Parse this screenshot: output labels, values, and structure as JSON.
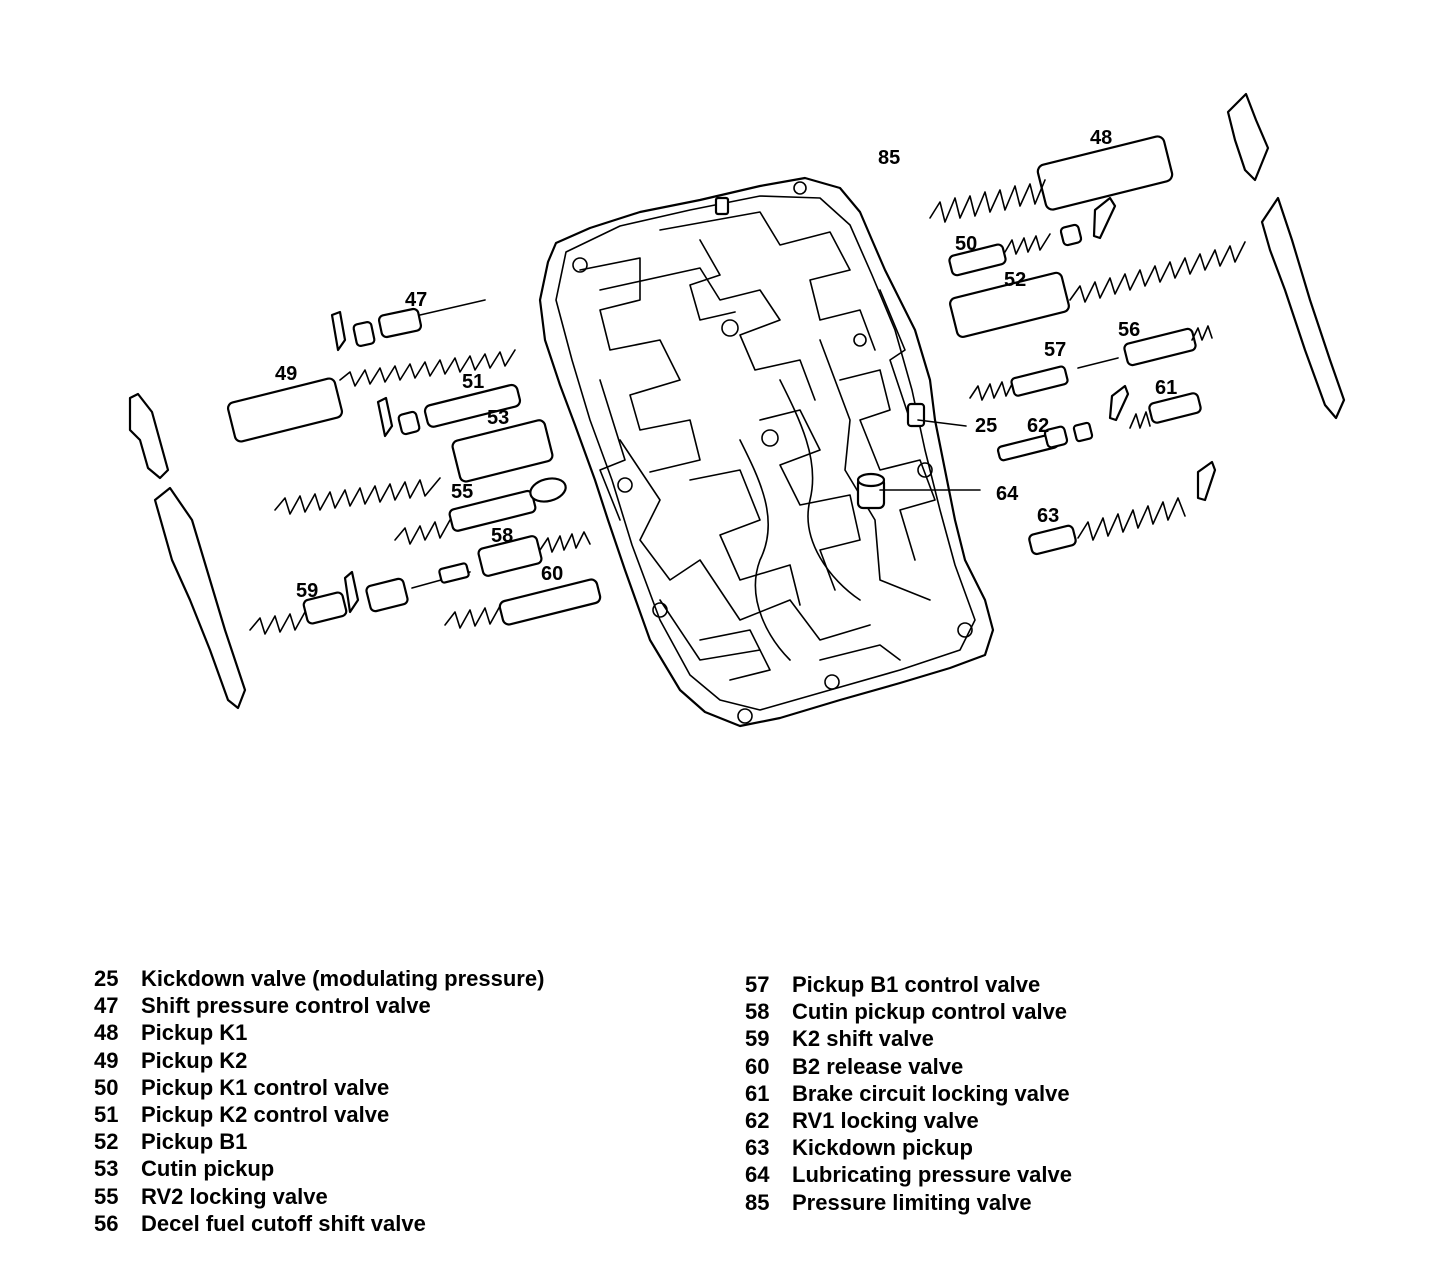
{
  "callouts": [
    {
      "id": "25",
      "label": "25"
    },
    {
      "id": "47",
      "label": "47"
    },
    {
      "id": "48",
      "label": "48"
    },
    {
      "id": "49",
      "label": "49"
    },
    {
      "id": "50",
      "label": "50"
    },
    {
      "id": "51",
      "label": "51"
    },
    {
      "id": "52",
      "label": "52"
    },
    {
      "id": "53",
      "label": "53"
    },
    {
      "id": "55",
      "label": "55"
    },
    {
      "id": "56",
      "label": "56"
    },
    {
      "id": "57",
      "label": "57"
    },
    {
      "id": "58",
      "label": "58"
    },
    {
      "id": "59",
      "label": "59"
    },
    {
      "id": "60",
      "label": "60"
    },
    {
      "id": "61",
      "label": "61"
    },
    {
      "id": "62",
      "label": "62"
    },
    {
      "id": "63",
      "label": "63"
    },
    {
      "id": "64",
      "label": "64"
    },
    {
      "id": "85",
      "label": "85"
    }
  ],
  "legend": {
    "left": [
      {
        "number": "25",
        "text": "Kickdown valve (modulating pressure)"
      },
      {
        "number": "47",
        "text": "Shift pressure control valve"
      },
      {
        "number": "48",
        "text": "Pickup K1"
      },
      {
        "number": "49",
        "text": "Pickup K2"
      },
      {
        "number": "50",
        "text": "Pickup K1 control valve"
      },
      {
        "number": "51",
        "text": "Pickup K2 control valve"
      },
      {
        "number": "52",
        "text": "Pickup B1"
      },
      {
        "number": "53",
        "text": "Cutin pickup"
      },
      {
        "number": "55",
        "text": "RV2 locking valve"
      },
      {
        "number": "56",
        "text": "Decel fuel cutoff shift valve"
      }
    ],
    "right": [
      {
        "number": "57",
        "text": "Pickup B1 control valve"
      },
      {
        "number": "58",
        "text": "Cutin pickup control valve"
      },
      {
        "number": "59",
        "text": "K2 shift valve"
      },
      {
        "number": "60",
        "text": "B2 release valve"
      },
      {
        "number": "61",
        "text": "Brake circuit locking valve"
      },
      {
        "number": "62",
        "text": "RV1 locking valve"
      },
      {
        "number": "63",
        "text": "Kickdown pickup"
      },
      {
        "number": "64",
        "text": "Lubricating pressure valve"
      },
      {
        "number": "85",
        "text": "Pressure limiting valve"
      }
    ]
  }
}
